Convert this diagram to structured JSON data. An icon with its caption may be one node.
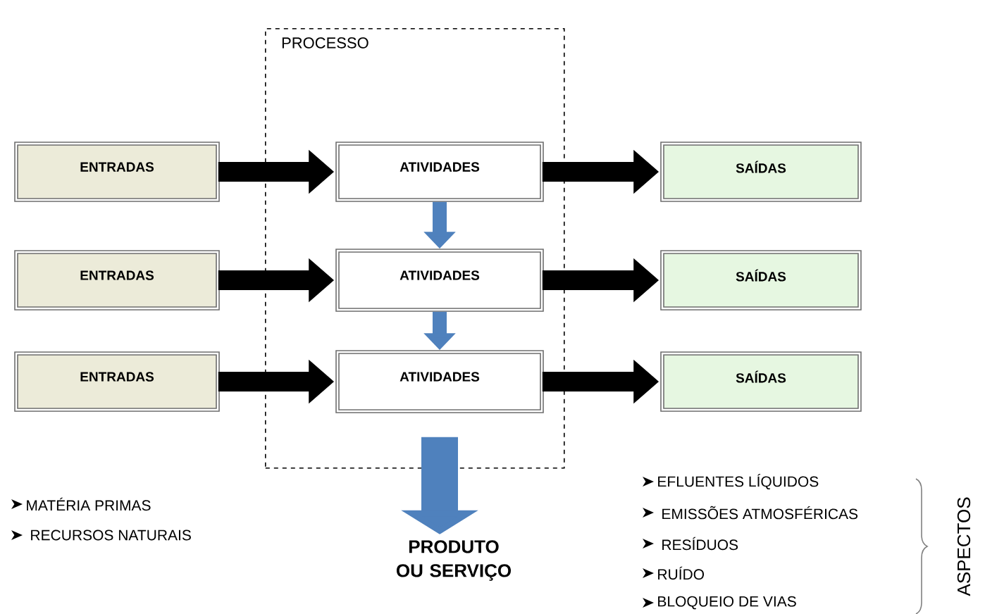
{
  "diagram": {
    "nodes": [
      {
        "text": [
          "PROCESSO"
        ]
      },
      {
        "text": [
          "ENTRADAS"
        ]
      },
      {
        "text": [
          "ENTRADAS"
        ]
      },
      {
        "text": [
          "ENTRADAS"
        ]
      },
      {
        "text": [
          "ATIVIDADES"
        ],
        "in": 0
      },
      {
        "text": [
          "ATIVIDADES"
        ],
        "in": 0
      },
      {
        "text": [
          "ATIVIDADES"
        ],
        "in": 0
      },
      {
        "text": [
          "SAÍDAS"
        ]
      },
      {
        "text": [
          "SAÍDAS"
        ]
      },
      {
        "text": [
          "SAÍDAS"
        ]
      },
      {
        "text": [
          "PRODUTO OU SERVIÇO"
        ]
      }
    ],
    "edges": [
      {
        "from": 1,
        "to": 4,
        "arrow": "to"
      },
      {
        "from": 4,
        "to": 7,
        "arrow": "to"
      },
      {
        "from": 4,
        "to": 5,
        "arrow": "to",
        "color": "#4f81bd"
      },
      {
        "from": 2,
        "to": 5,
        "arrow": "to"
      },
      {
        "from": 5,
        "to": 8,
        "arrow": "to"
      },
      {
        "from": 5,
        "to": 6,
        "arrow": "to",
        "color": "#4f81bd"
      },
      {
        "from": 3,
        "to": 6,
        "arrow": "to"
      },
      {
        "from": 6,
        "to": 9,
        "arrow": "to"
      },
      {
        "from": 6,
        "to": 10,
        "arrow": "to",
        "style": "thick",
        "color": "#4f81bd"
      }
    ],
    "labels": [
      "MATÉRIA PRIMAS",
      "RECURSOS NATURAIS",
      "EFLUENTES LÍQUIDOS",
      "EMISSÕES ATMOSFÉRICAS",
      "RESÍDUOS",
      "RUÍDO",
      "BLOQUEIO DE VIAS",
      "ASPECTOS"
    ]
  }
}
